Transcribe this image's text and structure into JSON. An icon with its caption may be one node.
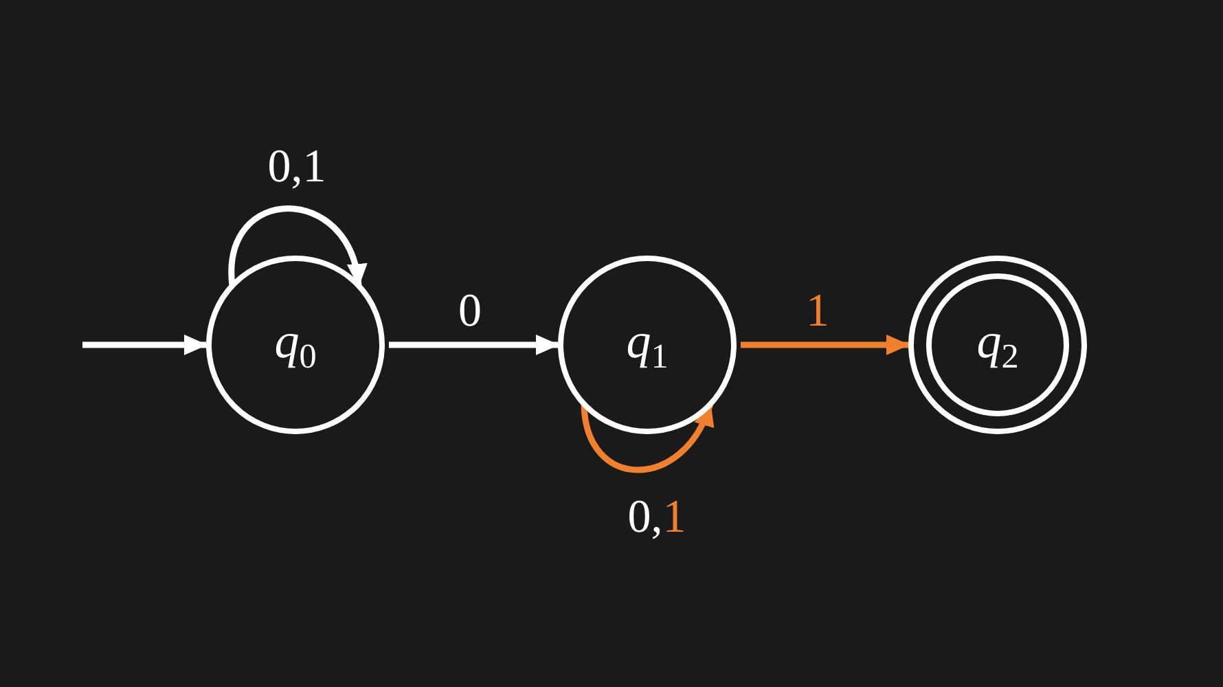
{
  "diagram": {
    "nodes": [
      {
        "text": [
          "*q*$_{0}$"
        ]
      },
      {
        "text": [
          "*q*$_{1}$"
        ]
      },
      {
        "text": [
          "*q*$_{2}$"
        ]
      }
    ],
    "edges": [
      {
        "from": null,
        "to": 0,
        "arrow": "to"
      },
      {
        "from": 0,
        "to": 0,
        "label": "0,1",
        "arrow": "to"
      },
      {
        "from": 0,
        "to": 1,
        "label": "0",
        "arrow": "to"
      },
      {
        "from": 1,
        "to": 2,
        "label": "1",
        "arrow": "to",
        "color": "#f0802e"
      },
      {
        "from": 1,
        "to": 1,
        "label": "0,1",
        "arrow": "to",
        "color": "#f0802e"
      }
    ]
  }
}
